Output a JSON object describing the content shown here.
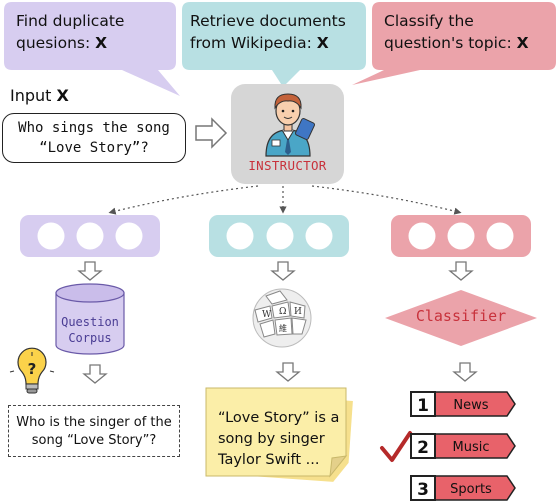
{
  "bubbles": {
    "duplicate": {
      "line1": "Find duplicate",
      "line2": "quesions: ",
      "var": "X"
    },
    "wikipedia": {
      "line1": "Retrieve documents",
      "line2": "from Wikipedia: ",
      "var": "X"
    },
    "topic": {
      "line1": "Classify the",
      "line2": "question's topic: ",
      "var": "X"
    }
  },
  "input": {
    "label": "Input ",
    "var": "X",
    "line1": "Who sings the song",
    "line2": "“Love Story”?"
  },
  "instructor": {
    "label": "INSTRUCTOR"
  },
  "corpus": {
    "line1": "Question",
    "line2": "Corpus"
  },
  "classifier": {
    "label": "Classifier"
  },
  "bulb": {
    "symbol": "?"
  },
  "result_question": {
    "line1": "Who is the singer of the",
    "line2": "song “Love Story”?"
  },
  "note": {
    "line1": "“Love Story” is a",
    "line2": "song by singer",
    "line3": "Taylor Swift ..."
  },
  "tags": [
    {
      "number": "1",
      "label": "News"
    },
    {
      "number": "2",
      "label": "Music"
    },
    {
      "number": "3",
      "label": "Sports"
    }
  ],
  "colors": {
    "purple": "#d7cdf0",
    "teal": "#b8e0e3",
    "pink": "#eba3aa",
    "instructor_bg": "#d6d6d6",
    "instructor_text": "#c8323c",
    "sticky": "#fbeea8",
    "tag_fill": "#e8626a",
    "check": "#b52a2a",
    "arrow_gray": "#aaaaaa"
  }
}
